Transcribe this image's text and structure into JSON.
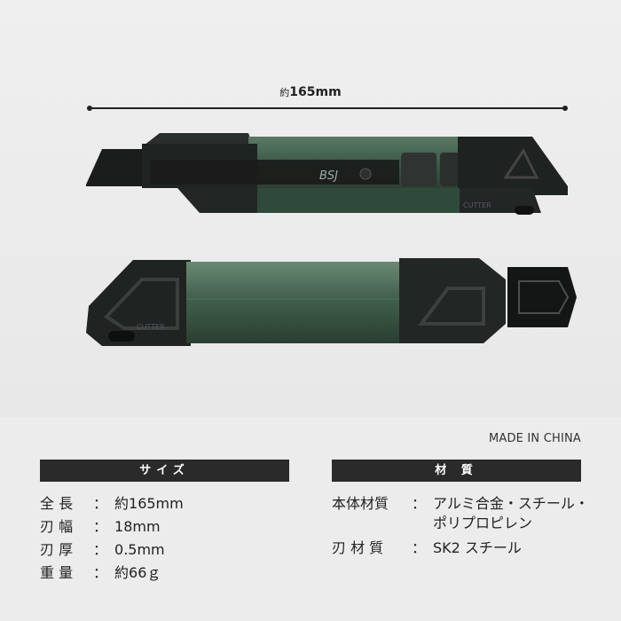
{
  "dimension": {
    "prefix": "約",
    "value": "165",
    "unit": "mm"
  },
  "product": {
    "blade_brand": "BSJ",
    "body_label": "CUTTER",
    "body_label_2": "CUTTER"
  },
  "made_in": "MADE IN CHINA",
  "size_section": {
    "header": "サイズ",
    "rows": [
      {
        "key": "全 長",
        "value": "約165mm"
      },
      {
        "key": "刃 幅",
        "value": "18mm"
      },
      {
        "key": "刃 厚",
        "value": "0.5mm"
      },
      {
        "key": "重 量",
        "value": "約66ｇ"
      }
    ]
  },
  "material_section": {
    "header": "材 質",
    "rows": [
      {
        "key": "本体材質",
        "value": "アルミ合金・スチール・ポリプロピレン"
      },
      {
        "key": "刃 材 質",
        "value": "SK2 スチール"
      }
    ]
  },
  "colors": {
    "body_green": "#3d5a48",
    "grip_black": "#1e2220",
    "header_bg": "#2a2a2a"
  }
}
